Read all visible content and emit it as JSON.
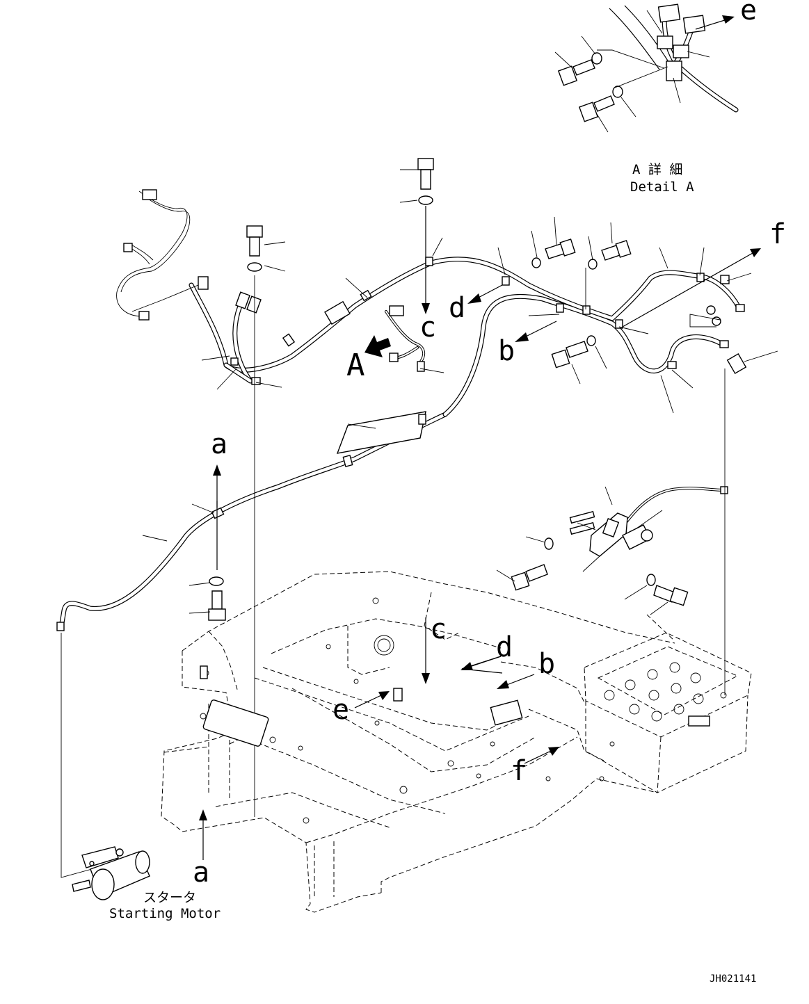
{
  "labels": {
    "A": "A",
    "a": "a",
    "b": "b",
    "c": "c",
    "d": "d",
    "e": "e",
    "f": "f"
  },
  "detail_caption": {
    "jp": "A 詳 細",
    "en": "Detail A"
  },
  "starter_caption": {
    "jp": "スタータ",
    "en": "Starting Motor"
  },
  "drawing_number": "JH021141"
}
